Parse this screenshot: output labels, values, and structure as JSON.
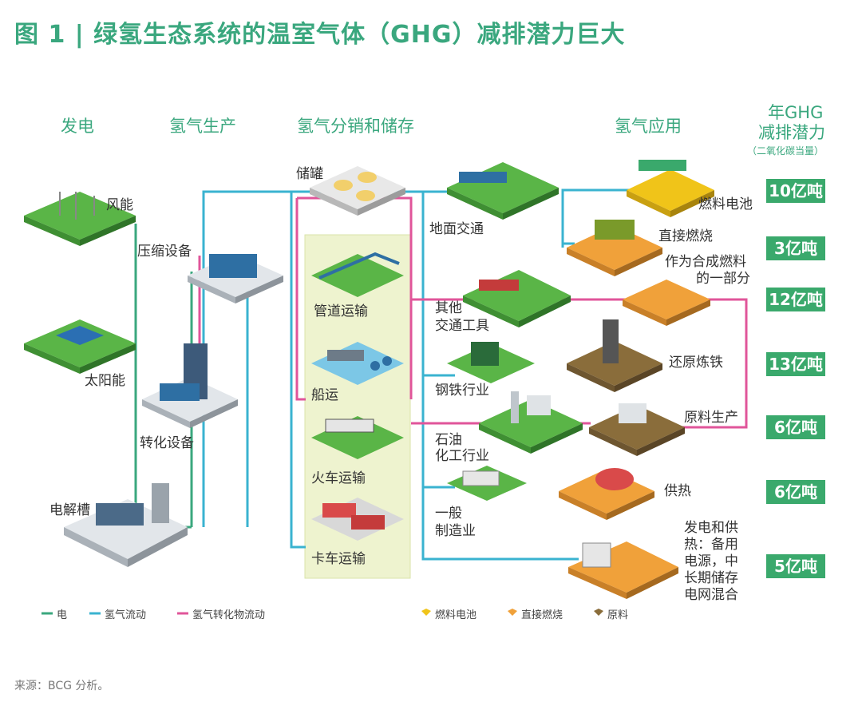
{
  "title": "图 1 | 绿氢生态系统的温室气体（GHG）减排潜力巨大",
  "columns": {
    "power": "发电",
    "production": "氢气生产",
    "distribution": "氢气分销和储存",
    "application": "氢气应用",
    "potential_line1": "年GHG",
    "potential_line2": "减排潜力",
    "potential_unit": "（二氧化碳当量）"
  },
  "nodes": {
    "wind": "风能",
    "solar": "太阳能",
    "electrolyzer": "电解槽",
    "compressor": "压缩设备",
    "converter": "转化设备",
    "storage": "储罐",
    "pipeline": "管道运输",
    "ship": "船运",
    "train": "火车运输",
    "truck": "卡车运输",
    "ground_transport": "地面交通",
    "other_transport_1": "其他",
    "other_transport_2": "交通工具",
    "steel": "钢铁行业",
    "petrochem_1": "石油",
    "petrochem_2": "化工行业",
    "manufacturing_1": "一般",
    "manufacturing_2": "制造业",
    "fuel_cell": "燃料电池",
    "direct_combustion": "直接燃烧",
    "synfuel_1": "作为合成燃料",
    "synfuel_2": "的一部分",
    "dri": "还原炼铁",
    "feedstock": "原料生产",
    "heating": "供热",
    "power_heat_1": "发电和供",
    "power_heat_2": "热：备用",
    "power_heat_3": "电源，中",
    "power_heat_4": "长期储存",
    "power_heat_5": "电网混合"
  },
  "potentials": [
    "10亿吨",
    "3亿吨",
    "12亿吨",
    "13亿吨",
    "6亿吨",
    "6亿吨",
    "5亿吨"
  ],
  "legend": {
    "electricity": "电",
    "hydrogen_flow": "氢气流动",
    "derivative_flow": "氢气转化物流动",
    "fuel_cell": "燃料电池",
    "direct_combustion": "直接燃烧",
    "feedstock": "原料"
  },
  "colors": {
    "accent": "#3aa77e",
    "electricity": "#3aa77e",
    "hydrogen": "#3ab3d0",
    "derivative": "#e0559a",
    "badge": "#3aa96c",
    "fuel_cell": "#f0c419",
    "direct_combustion": "#f0a13a",
    "feedstock": "#8a6d3b"
  },
  "source": "来源：BCG 分析。"
}
